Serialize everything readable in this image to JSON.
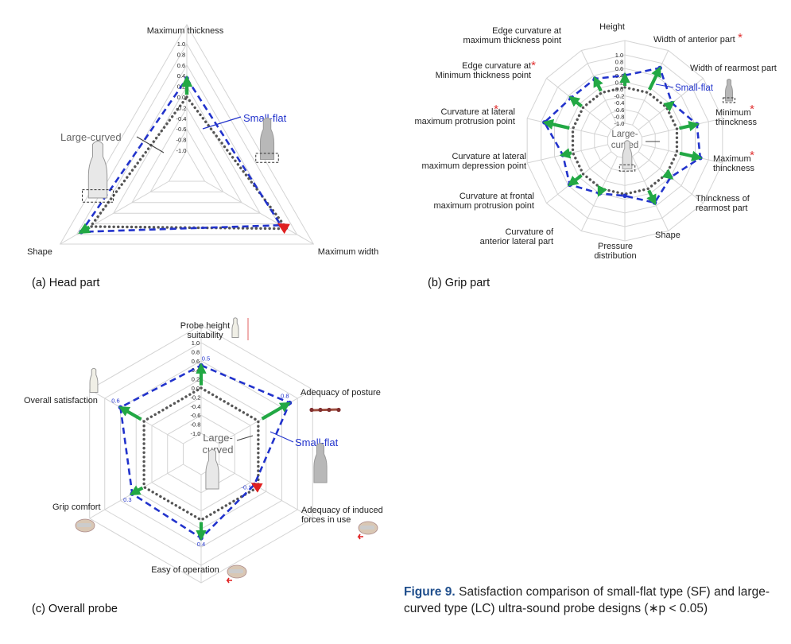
{
  "caption": {
    "label": "Figure 9.",
    "text": "Satisfaction comparison of small-flat type (SF) and large-curved type (LC) ultra-sound probe designs (∗p < 0.05)"
  },
  "colors": {
    "small_flat": "#2233cc",
    "large_curved": "#555555",
    "arrow_up": "#22a844",
    "arrow_down": "#e02020",
    "star": "#e03030"
  },
  "chart_data": [
    {
      "type": "radar",
      "panel_label": "(a) Head part",
      "axes": [
        "Maximum thickness",
        "Maximum width",
        "Shape"
      ],
      "axis_range": [
        -1.0,
        1.0
      ],
      "ticks": [
        "1.0",
        "0.8",
        "0.6",
        "0.4",
        "0.2",
        "0.0",
        "-0.2",
        "-0.4",
        "-0.6",
        "-0.8",
        "-1.0"
      ],
      "series": [
        {
          "name": "Small-flat",
          "values": [
            0.35,
            0.65,
            0.9
          ]
        },
        {
          "name": "Large-curved",
          "values": [
            0.0,
            0.78,
            0.7
          ]
        }
      ],
      "significant": []
    },
    {
      "type": "radar",
      "panel_label": "(b) Grip part",
      "axes": [
        "Height",
        "Width of anterior part",
        "Width of rearmost part",
        "Minimum thinckness",
        "Maximum thinckness",
        "Thinckness of rearmost part",
        "Shape",
        "Pressure distribution",
        "Curvature of anterior lateral part",
        "Curvature at frontal maximum protrusion point",
        "Curvature at lateral maximum depression point",
        "Curvature at lateral maximum protrusion point",
        "Edge curvature at Minimum thickness point",
        "Edge curvature at maximum thickness point"
      ],
      "axis_range": [
        -1.0,
        1.0
      ],
      "ticks": [
        "1.0",
        "0.8",
        "0.6",
        "0.4",
        "0.2",
        "0.0",
        "-0.2",
        "-0.4",
        "-0.6",
        "-0.8",
        "-1.0"
      ],
      "series": [
        {
          "name": "Small-flat",
          "values": [
            0.4,
            0.85,
            0.25,
            0.65,
            0.75,
            0.2,
            0.5,
            0.1,
            0.2,
            0.55,
            0.35,
            0.9,
            0.5,
            0.5
          ]
        },
        {
          "name": "Large-curved",
          "values": [
            0.05,
            0.05,
            0.05,
            0.05,
            0.05,
            0.05,
            0.05,
            0.05,
            0.05,
            0.05,
            0.05,
            0.05,
            0.05,
            0.05
          ]
        }
      ],
      "significant": [
        "Width of anterior part",
        "Minimum thinckness",
        "Maximum thinckness",
        "Curvature at lateral maximum protrusion point",
        "Edge curvature at Minimum thickness point"
      ]
    },
    {
      "type": "radar",
      "panel_label": "(c) Overall probe",
      "axes": [
        "Probe height suitability",
        "Adequacy of posture",
        "Adequacy of induced forces in use",
        "Easy of operation",
        "Grip comfort",
        "Overall satisfaction"
      ],
      "axis_range": [
        -1.0,
        1.0
      ],
      "ticks": [
        "1.0",
        "0.8",
        "0.6",
        "0.4",
        "0.2",
        "0.0",
        "-0.2",
        "-0.4",
        "-0.6",
        "-0.8",
        "-1.0"
      ],
      "series": [
        {
          "name": "Small-flat",
          "values": [
            0.5,
            0.8,
            -0.1,
            0.4,
            0.3,
            0.6
          ]
        },
        {
          "name": "Large-curved",
          "values": [
            0.0,
            0.0,
            0.0,
            0.0,
            0.0,
            0.0
          ]
        }
      ],
      "data_labels": [
        "0.5",
        "0.8",
        "-0.1",
        "0.4",
        "0.3",
        "0.6"
      ],
      "significant": []
    }
  ]
}
